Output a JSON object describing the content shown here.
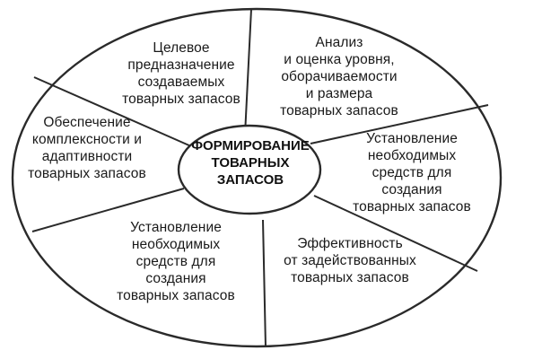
{
  "diagram": {
    "center": {
      "text": "ФОРМИРОВАНИЕ\nТОВАРНЫХ\nЗАПАСОВ"
    },
    "sectors": {
      "top_left": "Целевое\nпредназначение\nсоздаваемых\nтоварных запасов",
      "top_right": "Анализ\nи оценка уровня,\nоборачиваемости\nи размера\nтоварных запасов",
      "left": "Обеспечение\nкомплексности и\nадаптивности\nтоварных запасов",
      "right": "Установление\nнеобходимых\nсредств для\nсоздания\nтоварных запасов",
      "bottom_left": "Установление\nнеобходимых\nсредств для\nсоздания\nтоварных запасов",
      "bottom_right": "Эффективность\nот задействованных\nтоварных запасов"
    }
  }
}
